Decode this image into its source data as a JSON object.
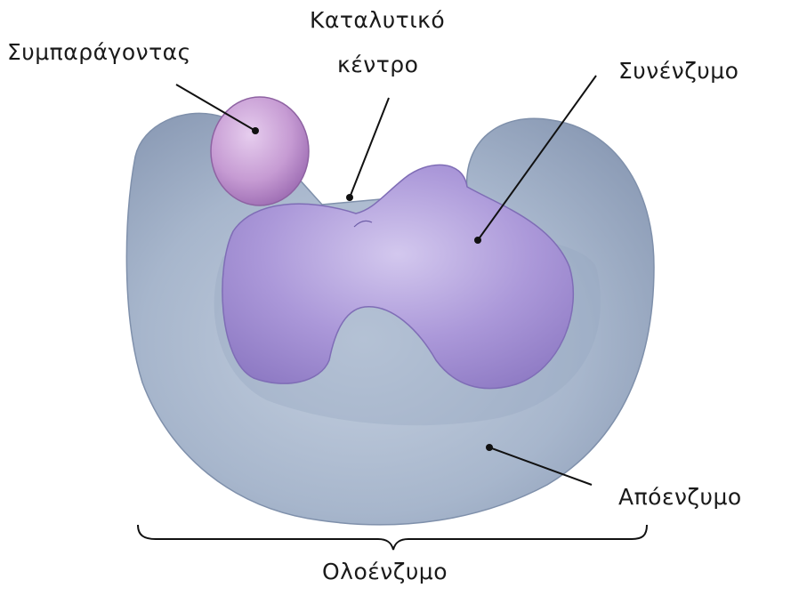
{
  "labels": {
    "cofactor": "Συμπαράγοντας",
    "catalytic_site_line1": "Καταλυτικό",
    "catalytic_site_line2": "κέντρο",
    "coenzyme": "Συνένζυμο",
    "apoenzyme": "Απόενζυμο",
    "holoenzyme": "Ολοένζυμο"
  },
  "colors": {
    "apoenzyme_fill": "#a7b6cc",
    "apoenzyme_edge": "#7f90ab",
    "coenzyme_fill": "#a995d6",
    "coenzyme_edge": "#7f6db6",
    "cofactor_fill": "#c59bd2",
    "cofactor_edge": "#8e62a2",
    "leader_line": "#111111"
  }
}
